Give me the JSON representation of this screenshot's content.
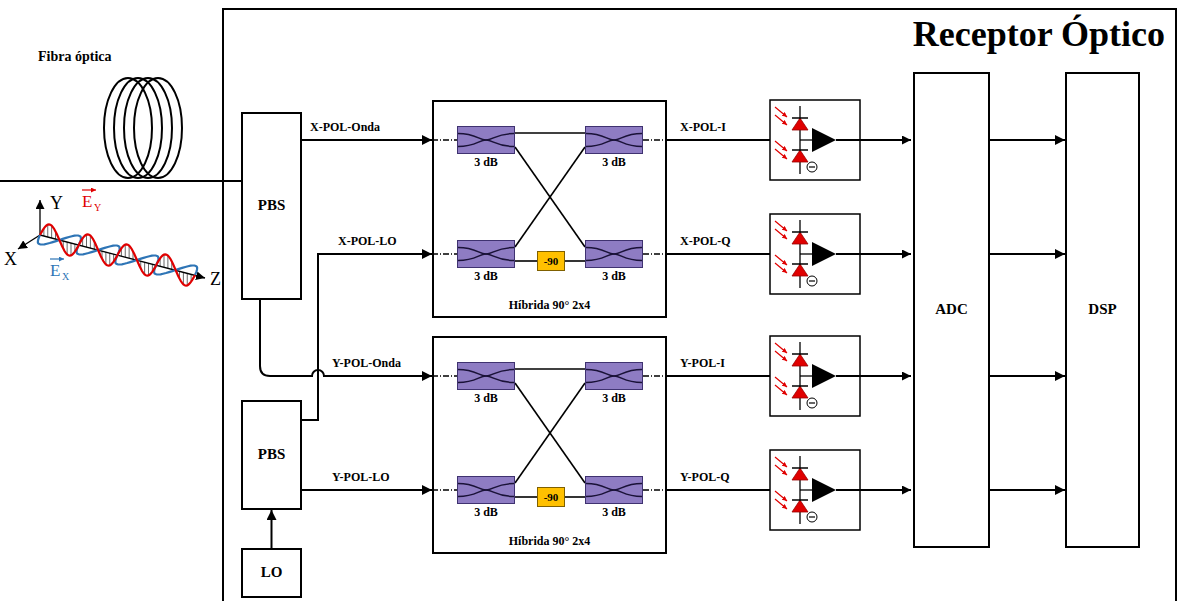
{
  "diagram": {
    "nodes": [
      {
        "text": [
          "Receptor Óptico"
        ]
      },
      {
        "text": [
          "PBS"
        ],
        "in": 0
      },
      {
        "text": [
          "Híbrida 90° 2x4"
        ],
        "in": 0
      },
      {
        "text": [
          "3 dB"
        ],
        "in": 2
      },
      {
        "text": [
          "3 dB"
        ],
        "in": 2
      },
      {
        "text": [
          "3 dB"
        ],
        "in": 2
      },
      {
        "text": [
          "-90"
        ],
        "in": 2
      },
      {
        "text": [
          "3 dB"
        ],
        "in": 2
      },
      {
        "text": [
          "PBS"
        ],
        "in": 0
      },
      {
        "text": [
          "Híbrida 90° 2x4"
        ],
        "in": 0
      },
      {
        "text": [
          "3 dB"
        ],
        "in": 9
      },
      {
        "text": [
          "3 dB"
        ],
        "in": 9
      },
      {
        "text": [
          "3 dB"
        ],
        "in": 9
      },
      {
        "text": [
          "-90"
        ],
        "in": 9
      },
      {
        "text": [
          "3 dB"
        ],
        "in": 9
      },
      {
        "text": [
          "LO"
        ],
        "in": 0
      },
      {
        "text": [
          "ADC"
        ],
        "in": 0
      },
      {
        "text": [
          "DSP"
        ],
        "in": 0
      }
    ],
    "edges": [
      {
        "from": 1,
        "to": 2,
        "label": "X-POL-Onda",
        "arrow": "to"
      },
      {
        "from": 8,
        "to": 2,
        "label": "X-POL-LO",
        "arrow": "to"
      },
      {
        "from": 1,
        "to": 9,
        "label": "Y-POL-Onda",
        "arrow": "to"
      },
      {
        "from": 8,
        "to": 9,
        "label": "Y-POL-LO",
        "arrow": "to"
      },
      {
        "from": 15,
        "to": 8,
        "arrow": "to"
      },
      {
        "from": 3,
        "to": 4,
        "arrow": "none"
      },
      {
        "from": 3,
        "to": 7,
        "arrow": "none"
      },
      {
        "from": 5,
        "to": 4,
        "arrow": "none"
      },
      {
        "from": 5,
        "to": 6,
        "arrow": "none"
      },
      {
        "from": 6,
        "to": 7,
        "arrow": "none"
      },
      {
        "from": 10,
        "to": 11,
        "arrow": "none"
      },
      {
        "from": 10,
        "to": 14,
        "arrow": "none"
      },
      {
        "from": 12,
        "to": 11,
        "arrow": "none"
      },
      {
        "from": 12,
        "to": 13,
        "arrow": "none"
      },
      {
        "from": 13,
        "to": 14,
        "arrow": "none"
      },
      {
        "from": 16,
        "to": 17,
        "arrow": "to"
      },
      {
        "from": 16,
        "to": 17,
        "arrow": "to"
      },
      {
        "from": 16,
        "to": 17,
        "arrow": "to"
      },
      {
        "from": 16,
        "to": 17,
        "arrow": "to"
      }
    ],
    "labels": [
      "Fibra óptica",
      "Y",
      "E",
      "Y",
      "X",
      "E",
      "X",
      "Z",
      "X-POL-I",
      "X-POL-Q",
      "Y-POL-I",
      "Y-POL-Q"
    ]
  }
}
